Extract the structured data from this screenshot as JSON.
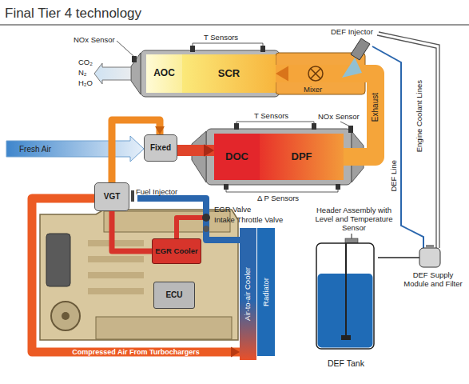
{
  "diagram": {
    "title": "Final Tier 4 technology",
    "nodes": [
      {
        "text": [
          "AOC"
        ]
      },
      {
        "text": [
          "SCR"
        ]
      },
      {
        "text": [
          "Fixed"
        ]
      },
      {
        "text": [
          "VGT"
        ]
      },
      {
        "text": [
          "DOC"
        ]
      },
      {
        "text": [
          "DPF"
        ]
      },
      {
        "text": [
          "EGR Cooler"
        ]
      },
      {
        "text": [
          "ECU"
        ]
      },
      {
        "text": [
          "Air-to-air Cooler"
        ]
      },
      {
        "text": [
          "Radiator"
        ]
      },
      {
        "text": [
          "DEF Tank"
        ]
      },
      {
        "text": [
          "DEF Supply Module and Filter"
        ]
      }
    ],
    "edges": [
      {
        "from": 3,
        "to": 2,
        "arrow": "to"
      },
      {
        "from": 2,
        "to": 4,
        "arrow": "to"
      },
      {
        "from": 5,
        "to": 1,
        "label": "Exhaust",
        "arrow": "to"
      },
      {
        "from": 3,
        "to": 8,
        "label": "Compressed Air From Turbochargers",
        "arrow": "to"
      },
      {
        "from": 10,
        "to": 11,
        "arrow": "none"
      }
    ],
    "labels": [
      "NOx Sensor",
      "T Sensors",
      "DEF Injector",
      "Mixer",
      "CO₂",
      "N₂",
      "H₂O",
      "Engine Coolant Lines",
      "DEF Line",
      "Fresh Air",
      "T Sensors",
      "NOx Sensor",
      "Fuel Injector",
      "Δ P Sensors",
      "EGR Valve",
      "Intake Throttle Valve",
      "Header Assembly with Level and Temperature Sensor"
    ]
  }
}
